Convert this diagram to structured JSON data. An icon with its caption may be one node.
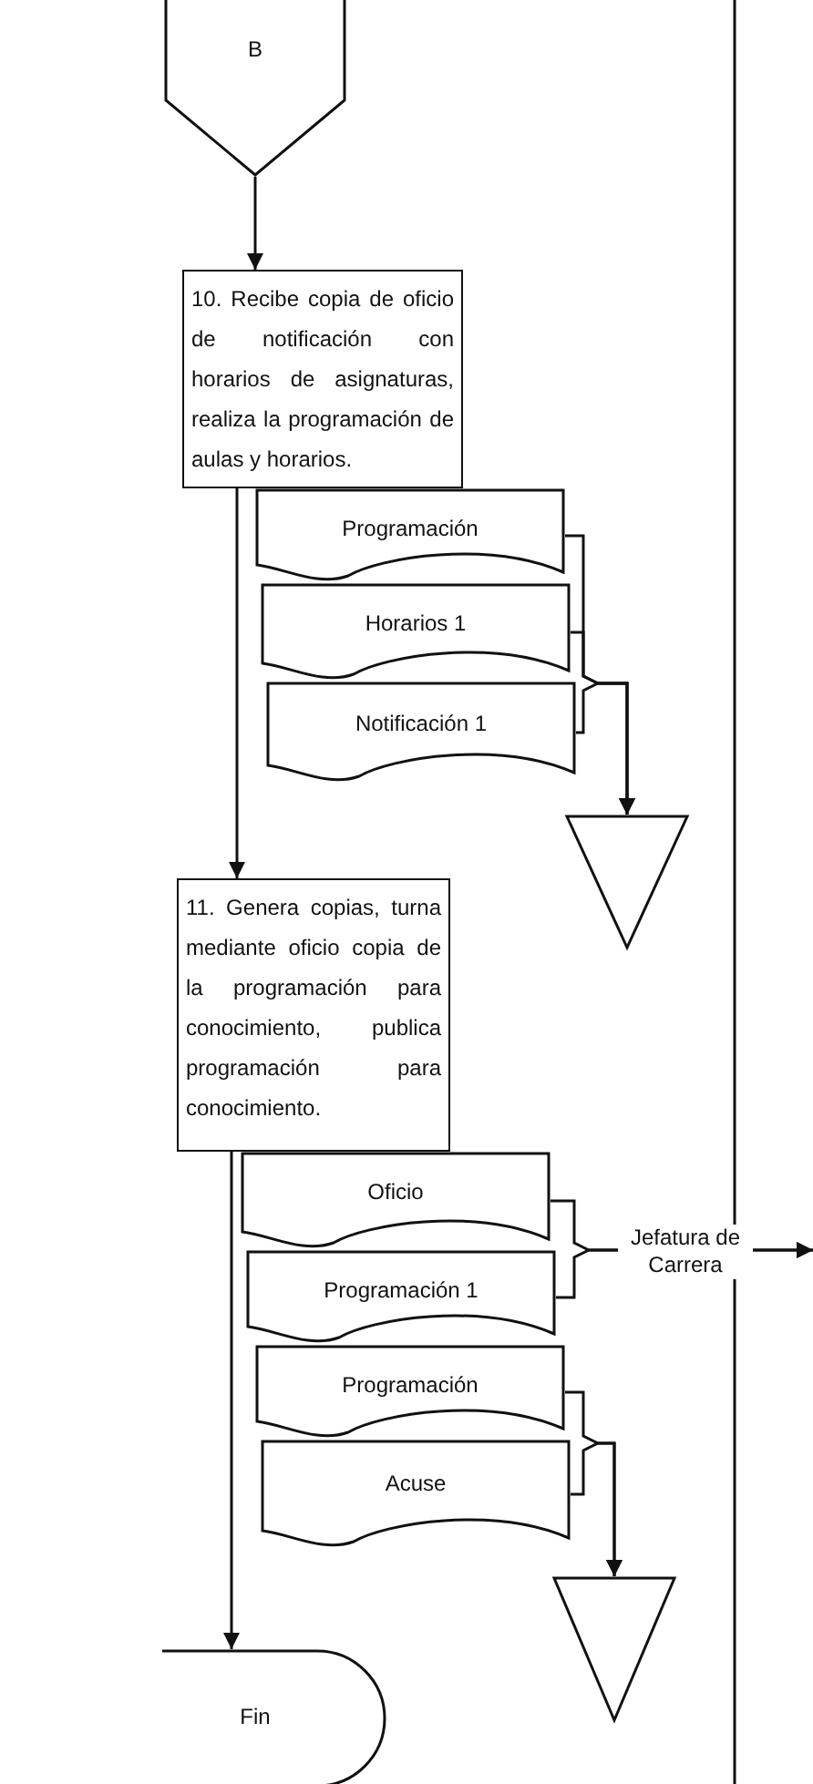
{
  "diagram": {
    "nodes": [
      {
        "text": [
          "B"
        ]
      },
      {
        "text": [
          "10. Recibe copia de oficio de notificación con horarios de asignaturas, realiza la programación de aulas y horarios."
        ]
      },
      {
        "text": [
          "Programación"
        ]
      },
      {
        "text": [
          "Horarios 1"
        ]
      },
      {
        "text": [
          "Notificación 1"
        ]
      },
      {
        "text": [],
        "shape": "triangle"
      },
      {
        "text": [
          "11. Genera copias, turna mediante oficio copia de la programación para conocimiento, publica programación para conocimiento."
        ]
      },
      {
        "text": [
          "Oficio"
        ]
      },
      {
        "text": [
          "Programación 1"
        ]
      },
      {
        "text": [
          "Programación"
        ]
      },
      {
        "text": [
          "Acuse"
        ]
      },
      {
        "text": [],
        "shape": "triangle"
      },
      {
        "text": [
          "Fin"
        ]
      }
    ],
    "edges": [
      {
        "from": 0,
        "to": 1,
        "arrow": "to"
      },
      {
        "from": 2,
        "to": 5,
        "arrow": "to"
      },
      {
        "from": 3,
        "to": 5,
        "arrow": "to"
      },
      {
        "from": 4,
        "to": 5,
        "arrow": "to"
      },
      {
        "from": 1,
        "to": 6,
        "arrow": "to"
      },
      {
        "from": 7,
        "to": null,
        "arrow": "to",
        "label": "Jefatura de Carrera"
      },
      {
        "from": 8,
        "to": null,
        "arrow": "to"
      },
      {
        "from": 9,
        "to": 11,
        "arrow": "to"
      },
      {
        "from": 10,
        "to": 11,
        "arrow": "to"
      },
      {
        "from": 6,
        "to": 12,
        "arrow": "to"
      }
    ]
  }
}
